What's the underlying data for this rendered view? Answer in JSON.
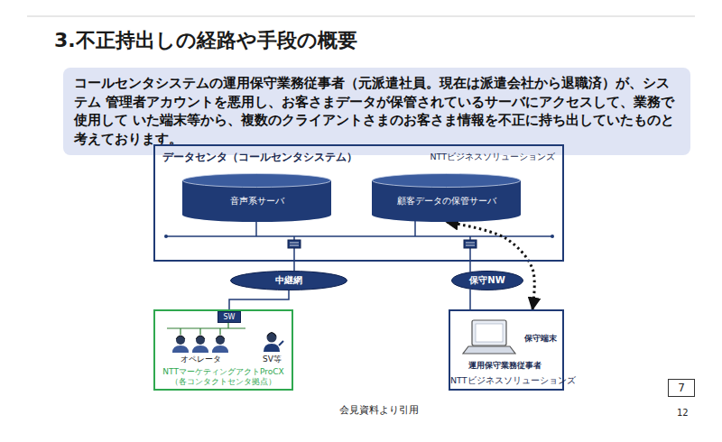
{
  "diagram": {
    "title": "3.不正持出しの経路や手段の概要",
    "nodes": [
      {
        "text": [
          "コールセンタシステムの運用保守業務従事者（元派遣社員。現在は派遣会社から退職済）が、システム 管理者アカウントを悪用し、お客さまデータが保管されているサーバにアクセスして、業務で使用して いた端末等から、複数のクライアントさまのお客さま情報を不正に持ち出していたものと考えております。"
        ]
      },
      {
        "text": [
          "データセンタ（コールセンタシステム）",
          "NTTビジネスソリューションズ"
        ]
      },
      {
        "text": [
          "音声系サーバ"
        ],
        "in": 1
      },
      {
        "text": [
          "顧客データの保管サーバ"
        ],
        "in": 1
      },
      {
        "text": [
          "中継網"
        ]
      },
      {
        "text": [
          "保守NW"
        ]
      },
      {
        "text": [
          "NTTマーケティングアクトProCX （各コンタクトセンタ拠点）"
        ]
      },
      {
        "text": [
          "SW"
        ],
        "in": 6
      },
      {
        "text": [
          "保守端末",
          "運用保守業務従事者",
          "NTTビジネスソリューションズ"
        ]
      },
      {
        "text": [
          "7"
        ]
      }
    ],
    "edges": [
      {
        "from": 1,
        "to": 4,
        "arrow": "none"
      },
      {
        "from": 4,
        "to": 7,
        "arrow": "none"
      },
      {
        "from": 1,
        "to": 5,
        "arrow": "none"
      },
      {
        "from": 5,
        "to": 8,
        "arrow": "none"
      },
      {
        "from": 8,
        "to": 3,
        "arrow": "both"
      }
    ],
    "labels": [
      "オペレータ",
      "SV等",
      "会見資料より引用",
      "12"
    ]
  }
}
